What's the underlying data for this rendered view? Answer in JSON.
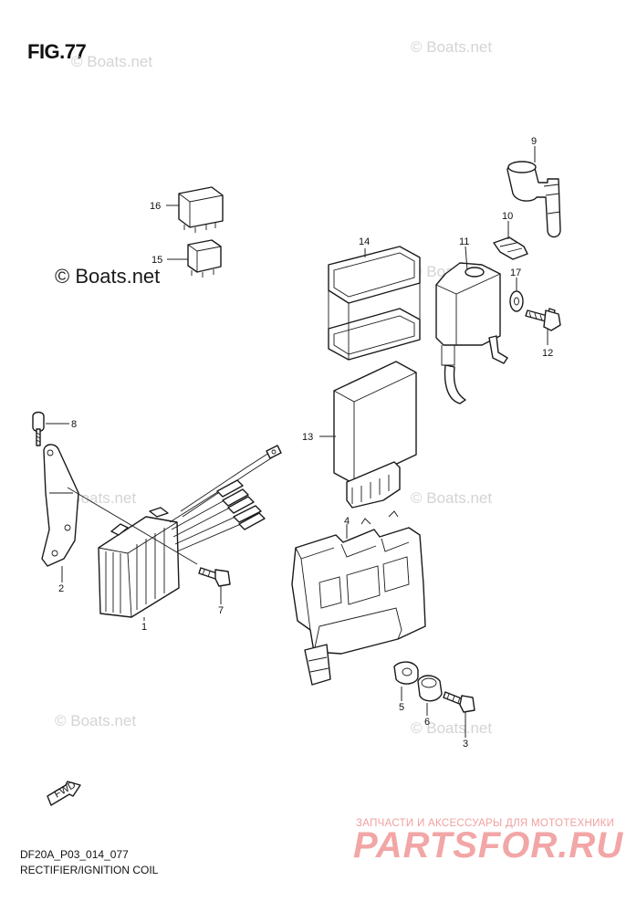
{
  "figure": {
    "title": "FIG.77",
    "code": "DF20A_P03_014_077",
    "name": "RECTIFIER/IGNITION COIL",
    "fwd_label": "FWD"
  },
  "watermark": {
    "small": "© Boats.net",
    "big": "© Boats.net"
  },
  "branding": {
    "tagline": "ЗАПЧАСТИ И АКСЕССУАРЫ ДЛЯ МОТОТЕХНИКИ",
    "site": "PARTSFOR.RU",
    "color": "#f2a6a6"
  },
  "callouts": [
    "1",
    "2",
    "3",
    "4",
    "5",
    "6",
    "7",
    "8",
    "9",
    "10",
    "11",
    "12",
    "13",
    "14",
    "15",
    "16",
    "17"
  ]
}
